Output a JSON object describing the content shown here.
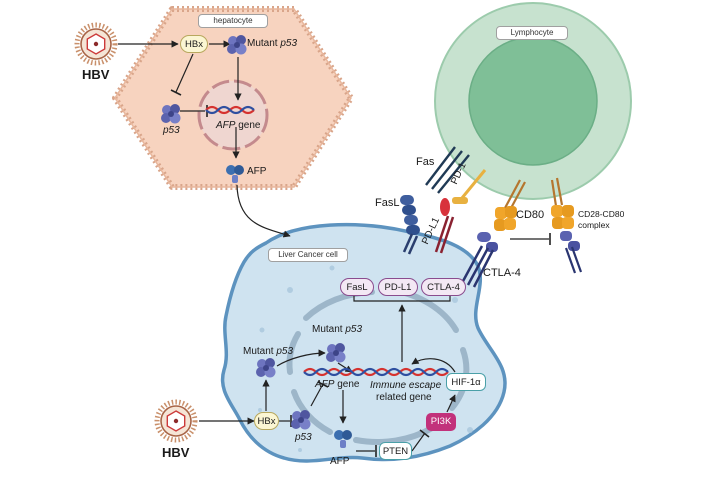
{
  "labels": {
    "hbv_top": "HBV",
    "hbv_bottom": "HBV",
    "hepatocyte": "hepatocyte",
    "lymphocyte": "Lymphocyte",
    "liver_cancer_cell": "Liver Cancer cell",
    "hbx_top": "HBx",
    "hbx_bottom": "HBx",
    "mutant_prefix": "Mutant",
    "p53": "p53",
    "afp_italic": "AFP",
    "gene_suffix": "gene",
    "afp": "AFP",
    "fas": "Fas",
    "fasl": "FasL",
    "pd1": "PD-1",
    "pdl1": "PD-L1",
    "cd80": "CD80",
    "ctla4": "CTLA-4",
    "cd28_complex_1": "CD28-CD80",
    "cd28_complex_2": "complex",
    "pill_fasl": "FasL",
    "pill_pdl1": "PD-L1",
    "pill_ctla4": "CTLA-4",
    "immune_escape": "Immune escape",
    "related_gene": "related gene",
    "hif1a": "HIF-1α",
    "pi3k": "PI3K",
    "pten": "PTEN"
  },
  "colors": {
    "hepatocyte_fill": "#f7d3bf",
    "hepatocyte_border": "#d9a58a",
    "cancer_cell_fill": "#cfe3f0",
    "cancer_cell_border": "#5d93bf",
    "lymphocyte_outer": "#c7e2cf",
    "lymphocyte_nucleus": "#7fbf97",
    "hbx_fill": "#fbf6d3",
    "pill_fill": "#f3e8f4",
    "pill_border": "#8a4c8e",
    "pi3k_fill": "#c2317b",
    "dna_red": "#d6322f",
    "dna_blue": "#2e4fa0",
    "protein_purple": "#5a62b0"
  },
  "icons": [
    "virus-icon",
    "dna-icon",
    "protein-icon",
    "receptor-icon"
  ]
}
